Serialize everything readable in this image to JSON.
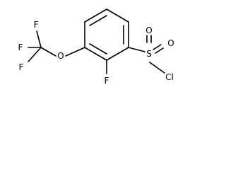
{
  "atoms": {
    "f_top": "F",
    "f_left": "F",
    "f_bottom": "F",
    "o_ether": "O",
    "f_ring": "F",
    "s_sulfonyl": "S",
    "o_top": "O",
    "o_right": "O",
    "cl": "Cl"
  }
}
